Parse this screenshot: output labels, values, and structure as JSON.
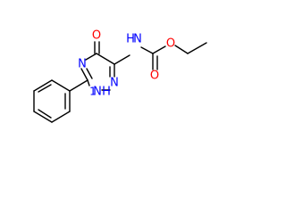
{
  "molecule": {
    "atoms": {
      "ring_n4": "N",
      "ring_n2": "N",
      "ring_n1h": "N",
      "ring_h1": "H",
      "ring_h1_number": "1",
      "ring_o": "O",
      "amide_nh_n": "N",
      "amide_nh_h": "H",
      "carbonyl_o": "O",
      "ester_o": "O"
    },
    "colors": {
      "bond": "#000000",
      "nitrogen": "#0000ff",
      "oxygen": "#ff0000"
    }
  }
}
